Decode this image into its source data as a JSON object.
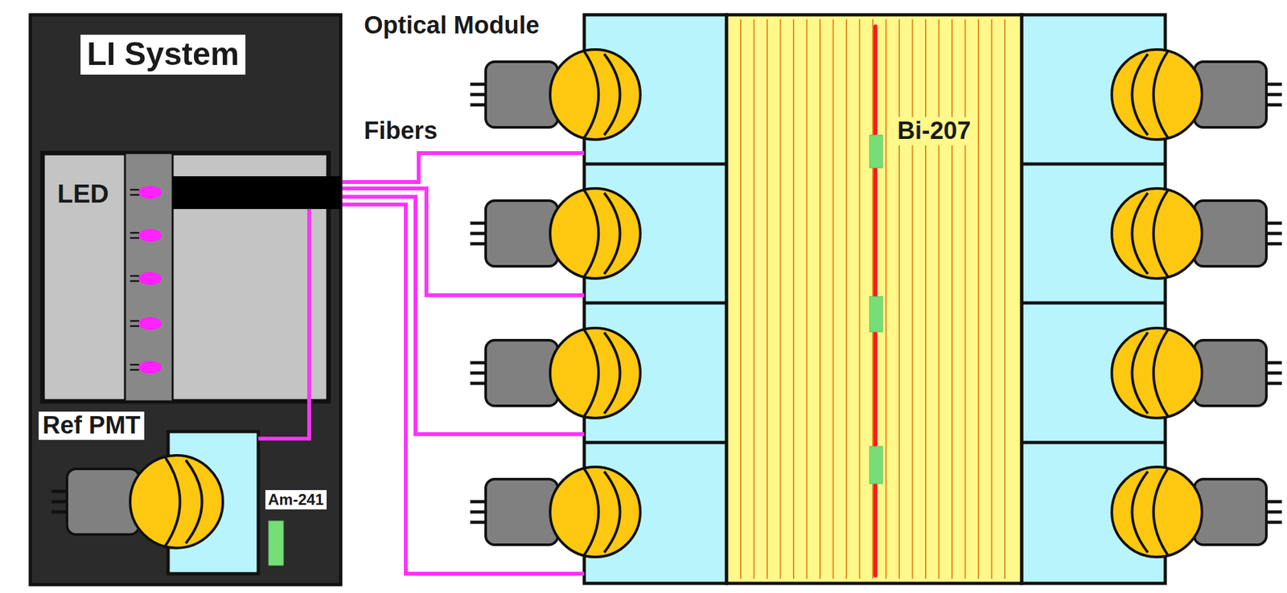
{
  "diagram": {
    "nodes": [
      {
        "text": [
          "LI System"
        ]
      },
      {
        "text": [
          "LED"
        ],
        "in": 0
      },
      {
        "text": [
          "Ref PMT"
        ],
        "in": 0
      }
    ],
    "edges": [
      {
        "from": 1,
        "to": 2,
        "arrow": "none"
      }
    ],
    "labels": [
      "Optical Module",
      "Fibers",
      "Bi-207",
      "Am-241"
    ]
  }
}
